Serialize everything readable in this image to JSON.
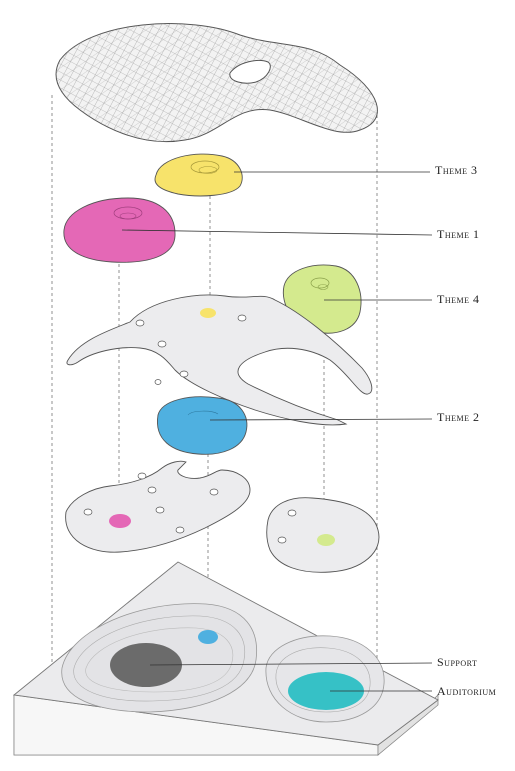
{
  "labels": {
    "theme3": "Theme 3",
    "theme1": "Theme 1",
    "theme4": "Theme 4",
    "theme2": "Theme 2",
    "support": "Support",
    "auditorium": "Auditorium"
  },
  "colors": {
    "theme3": "#f7e36b",
    "theme1": "#e468b6",
    "theme4": "#d4ea8e",
    "theme2": "#4fb0e0",
    "support": "#6b6b6b",
    "auditorium": "#36c1c6",
    "floor_plate": "#ececee",
    "outline": "#555555",
    "leader": "#333333"
  }
}
